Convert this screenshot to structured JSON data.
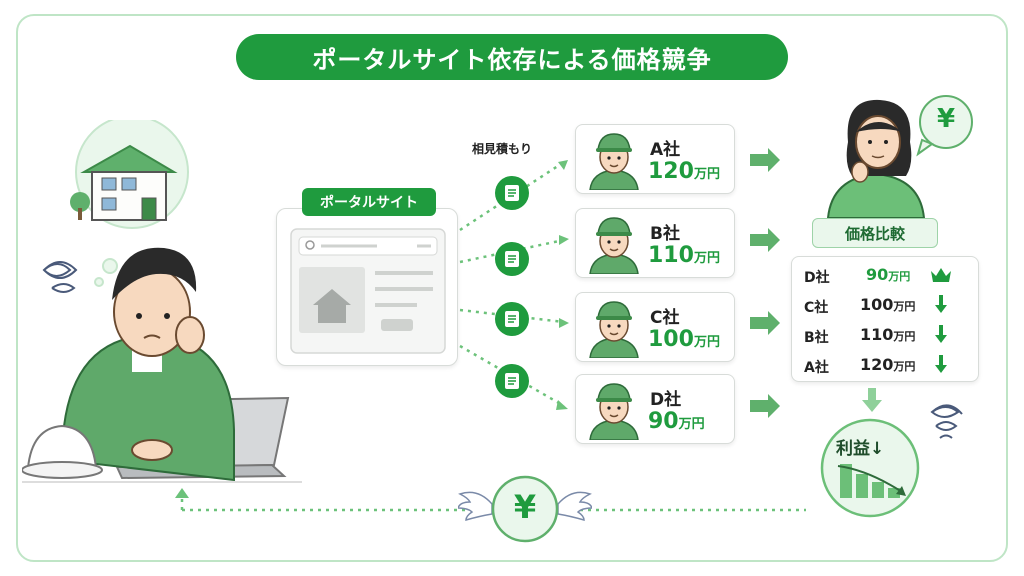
{
  "title": "ポータルサイト依存による価格競争",
  "portal": {
    "label": "ポータルサイト"
  },
  "quote_label": "相見積もり",
  "companies": [
    {
      "name": "A社",
      "price": "120",
      "unit": "万円"
    },
    {
      "name": "B社",
      "price": "110",
      "unit": "万円"
    },
    {
      "name": "C社",
      "price": "100",
      "unit": "万円"
    },
    {
      "name": "D社",
      "price": "90",
      "unit": "万円"
    }
  ],
  "comparison": {
    "label": "価格比較",
    "ranking": [
      {
        "name": "D社",
        "price": "90",
        "unit": "万円",
        "marker": "crown-icon"
      },
      {
        "name": "C社",
        "price": "100",
        "unit": "万円",
        "marker": "down-arrow-icon"
      },
      {
        "name": "B社",
        "price": "110",
        "unit": "万円",
        "marker": "down-arrow-icon"
      },
      {
        "name": "A社",
        "price": "120",
        "unit": "万円",
        "marker": "down-arrow-icon"
      }
    ]
  },
  "profit": {
    "label": "利益"
  },
  "currency_symbol": "¥",
  "colors": {
    "accent": "#1f9b3e",
    "light_green": "#eaf7ec",
    "border_green": "#bfe5c6"
  }
}
